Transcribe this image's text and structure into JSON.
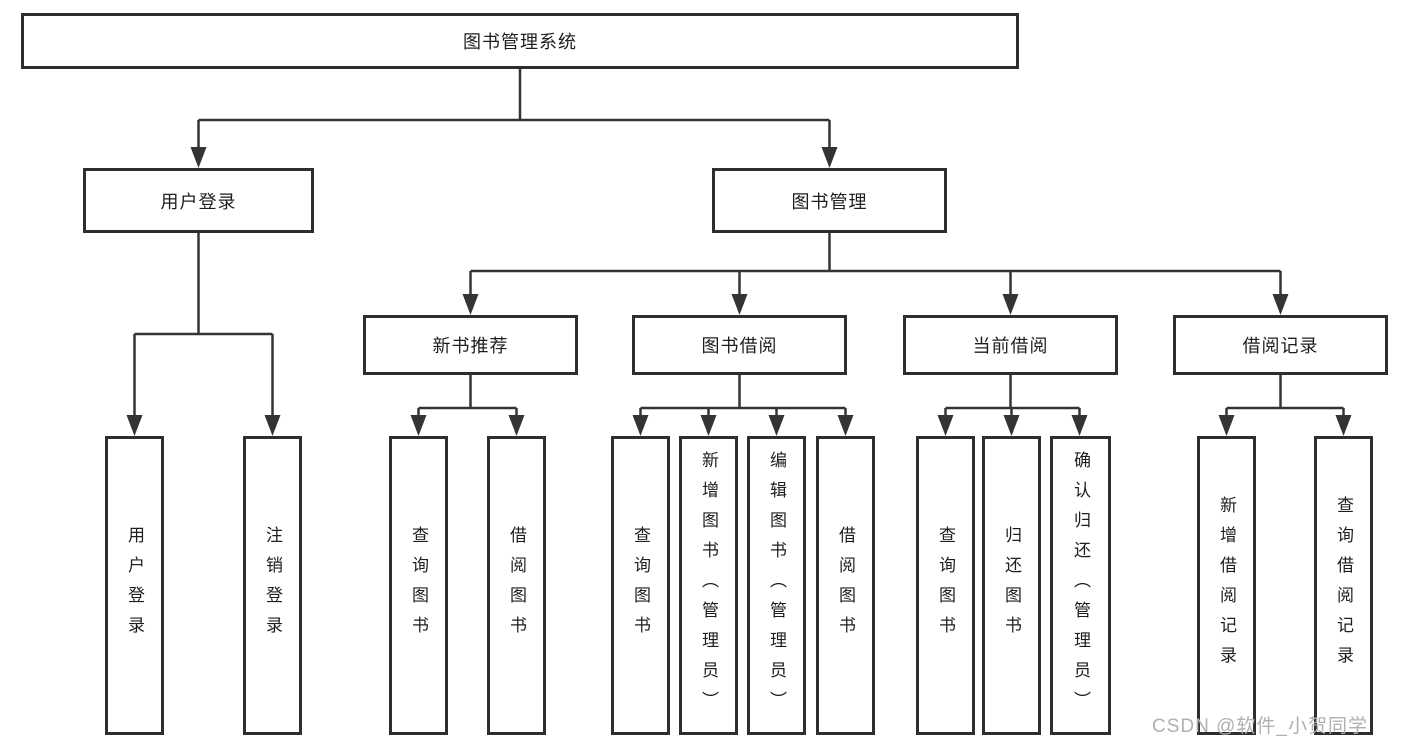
{
  "diagram": {
    "nodes": {
      "root": {
        "label": "图书管理系统"
      },
      "level2": [
        {
          "label": "用户登录"
        },
        {
          "label": "图书管理"
        }
      ],
      "level3": [
        {
          "label": "新书推荐",
          "parent": "图书管理"
        },
        {
          "label": "图书借阅",
          "parent": "图书管理"
        },
        {
          "label": "当前借阅",
          "parent": "图书管理"
        },
        {
          "label": "借阅记录",
          "parent": "图书管理"
        }
      ],
      "leaves": [
        {
          "label": "用户登录",
          "parent": "用户登录"
        },
        {
          "label": "注销登录",
          "parent": "用户登录"
        },
        {
          "label": "查询图书",
          "parent": "新书推荐"
        },
        {
          "label": "借阅图书",
          "parent": "新书推荐"
        },
        {
          "label": "查询图书",
          "parent": "图书借阅"
        },
        {
          "label": "新增图书（管理员）",
          "parent": "图书借阅"
        },
        {
          "label": "编辑图书（管理员）",
          "parent": "图书借阅"
        },
        {
          "label": "借阅图书",
          "parent": "图书借阅"
        },
        {
          "label": "查询图书",
          "parent": "当前借阅"
        },
        {
          "label": "归还图书",
          "parent": "当前借阅"
        },
        {
          "label": "确认归还（管理员）",
          "parent": "当前借阅"
        },
        {
          "label": "新增借阅记录",
          "parent": "借阅记录"
        },
        {
          "label": "查询借阅记录",
          "parent": "借阅记录"
        }
      ]
    },
    "watermark": "CSDN @软件_小贺同学",
    "colors": {
      "line": "#343434",
      "border": "#2e2e2e",
      "fill": "#ffffff",
      "text": "#1e1e1e",
      "watermark": "#b0b0b0"
    }
  }
}
